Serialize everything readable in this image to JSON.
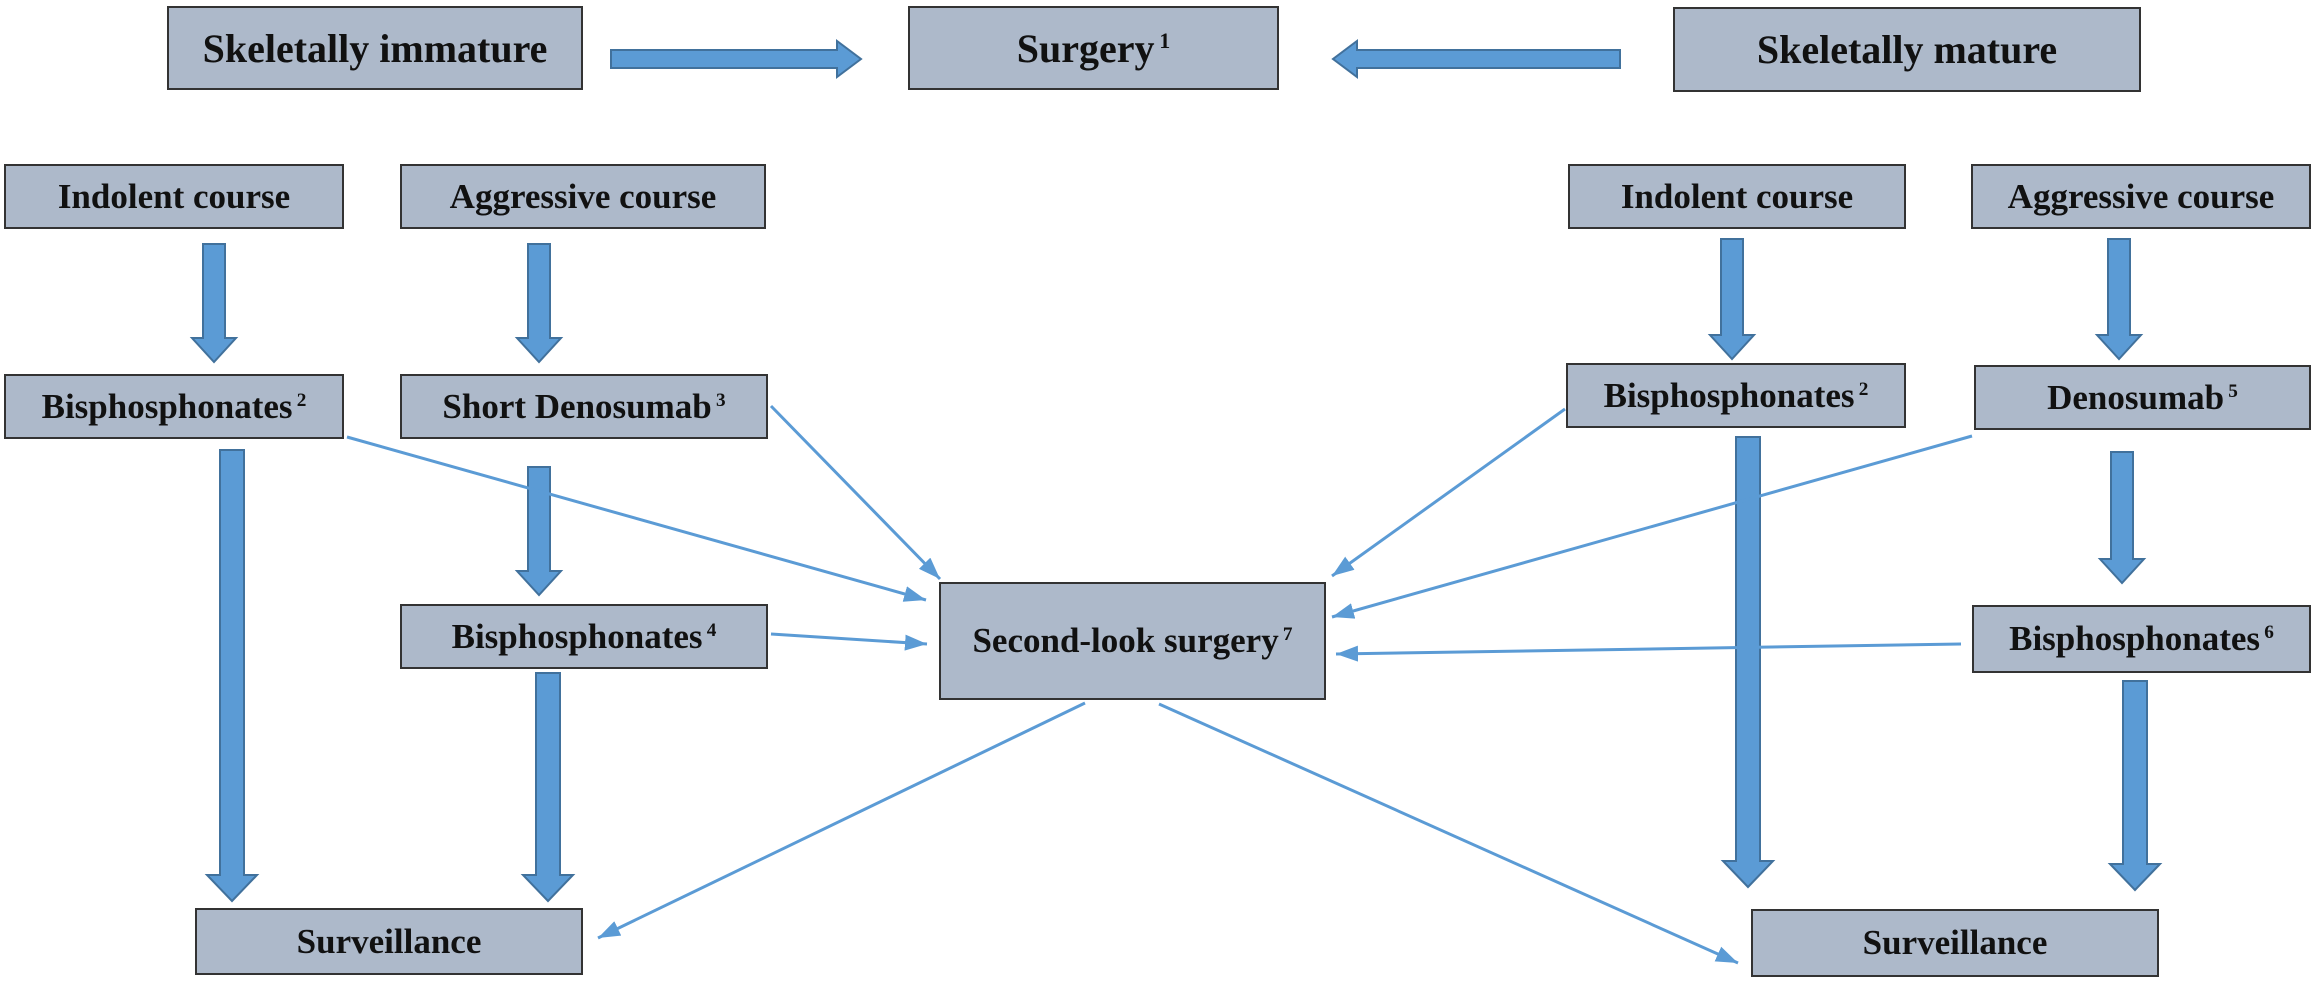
{
  "header": {
    "immature": "Skeletally immature",
    "surgery": {
      "label": "Surgery",
      "note": "1"
    },
    "mature": "Skeletally mature"
  },
  "immature_path": {
    "indolent": {
      "course": "Indolent course",
      "treatment": {
        "label": "Bisphosphonates",
        "note": "2"
      }
    },
    "aggressive": {
      "course": "Aggressive course",
      "treatment": {
        "label": "Short Denosumab",
        "note": "3"
      },
      "followup": {
        "label": "Bisphosphonates",
        "note": "4"
      }
    },
    "surveillance": "Surveillance"
  },
  "mature_path": {
    "indolent": {
      "course": "Indolent course",
      "treatment": {
        "label": "Bisphosphonates",
        "note": "2"
      }
    },
    "aggressive": {
      "course": "Aggressive course",
      "treatment": {
        "label": "Denosumab",
        "note": "5"
      },
      "followup": {
        "label": "Bisphosphonates",
        "note": "6"
      }
    },
    "surveillance": "Surveillance"
  },
  "second_look": {
    "label": "Second-look surgery",
    "note": "7"
  },
  "colors": {
    "box_fill": "#adb9ca",
    "box_border": "#333333",
    "arrow_fill": "#5b9bd5",
    "arrow_stroke": "#41719c",
    "connector": "#5b9bd5"
  }
}
